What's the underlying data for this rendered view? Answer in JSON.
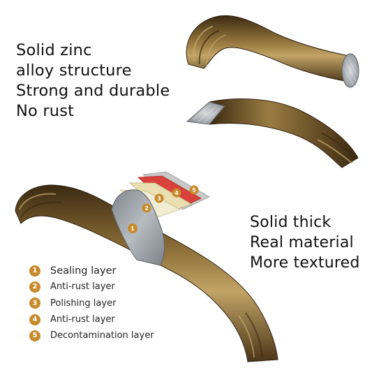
{
  "left_headline": [
    "Solid zinc",
    "alloy structure",
    "Strong and durable",
    "No rust"
  ],
  "right_headline": [
    "Solid thick",
    "Real material",
    "More textured"
  ],
  "layers": [
    {
      "num": "1",
      "label": "Sealing layer"
    },
    {
      "num": "2",
      "label": "Anti-rust layer"
    },
    {
      "num": "3",
      "label": "Polishing layer"
    },
    {
      "num": "4",
      "label": "Anti-rust layer"
    },
    {
      "num": "5",
      "label": "Decontamination layer"
    }
  ],
  "colors": {
    "bronze_dark": "#3a2a14",
    "bronze_mid": "#6e5428",
    "bronze_light": "#a88a50",
    "badge": "#c88a2a",
    "steel": "#9aa0a6",
    "layer_cream": "#e9dfb0",
    "layer_red": "#d9423a",
    "layer_gray": "#c9c9c9"
  }
}
